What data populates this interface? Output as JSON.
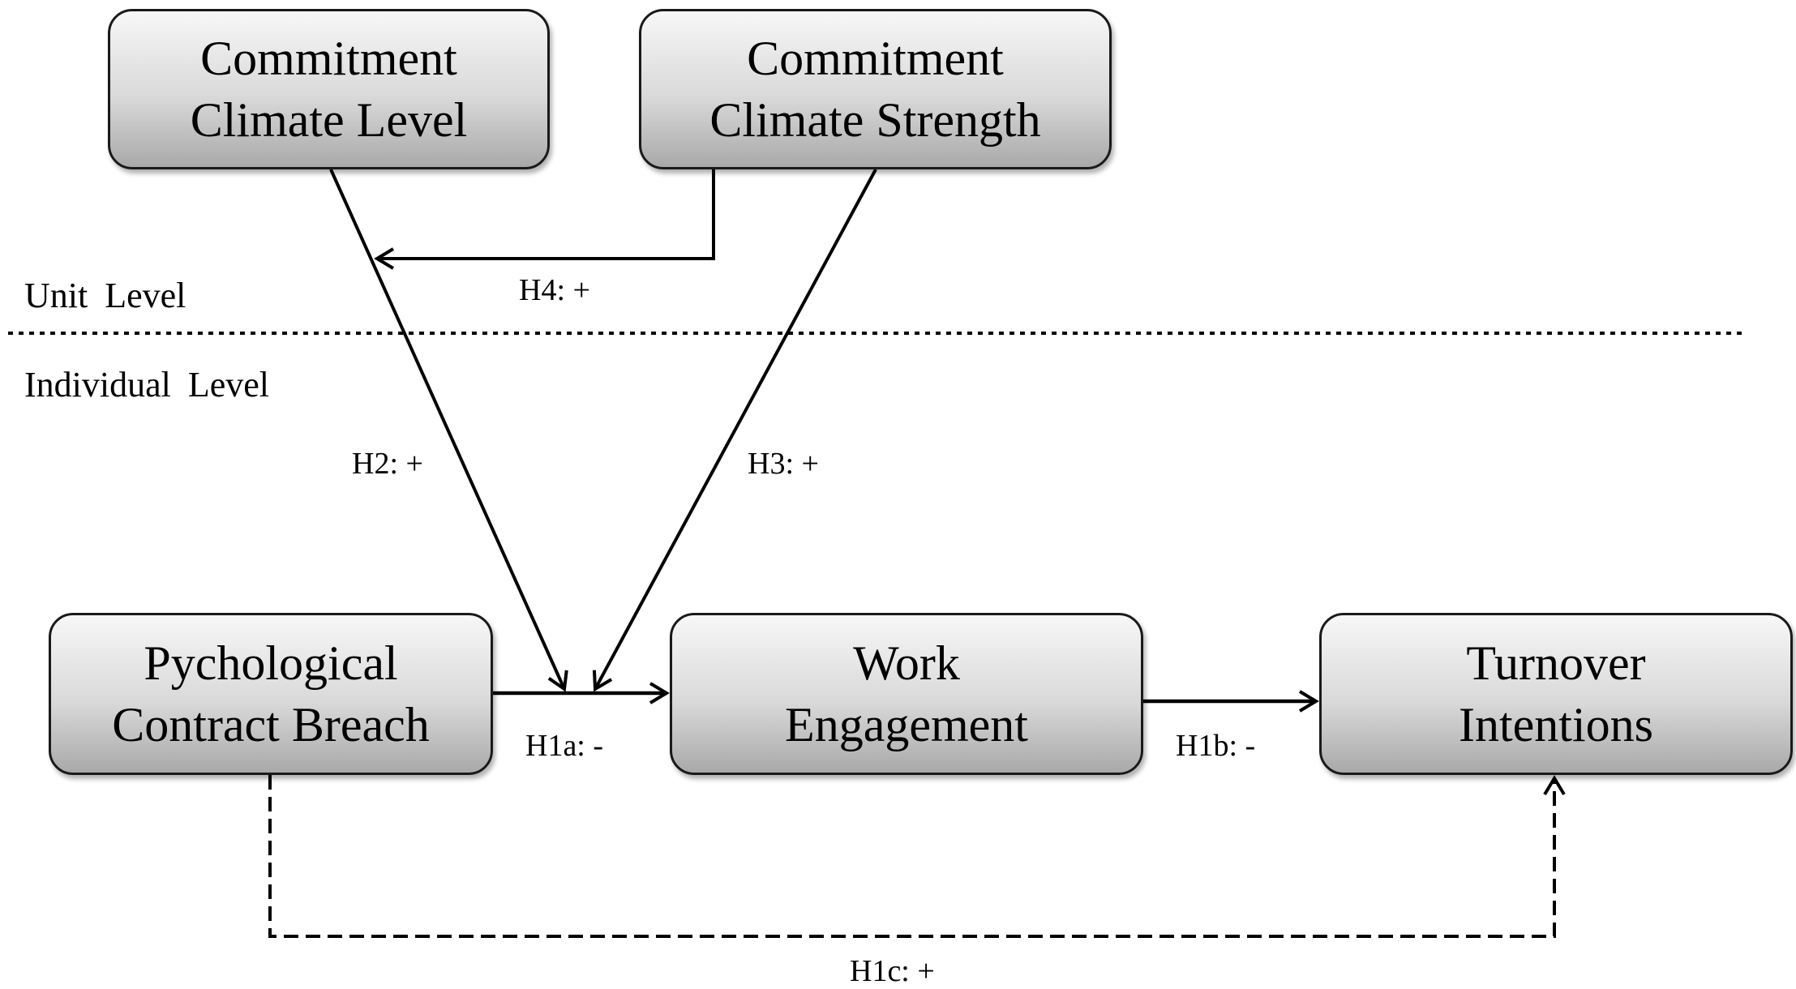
{
  "nodes": {
    "commitment_climate_level": {
      "line1": "Commitment",
      "line2": "Climate Level"
    },
    "commitment_climate_strength": {
      "line1": "Commitment",
      "line2": "Climate Strength"
    },
    "psychological_contract_breach": {
      "line1": "Pychological",
      "line2": "Contract Breach"
    },
    "work_engagement": {
      "line1": "Work",
      "line2": "Engagement"
    },
    "turnover_intentions": {
      "line1": "Turnover",
      "line2": "Intentions"
    }
  },
  "levels": {
    "unit": "Unit Level",
    "individual": "Individual Level"
  },
  "hypotheses": {
    "h1a": "H1a: -",
    "h1b": "H1b: -",
    "h1c": "H1c: +",
    "h2": "H2: +",
    "h3": "H3: +",
    "h4": "H4: +"
  }
}
